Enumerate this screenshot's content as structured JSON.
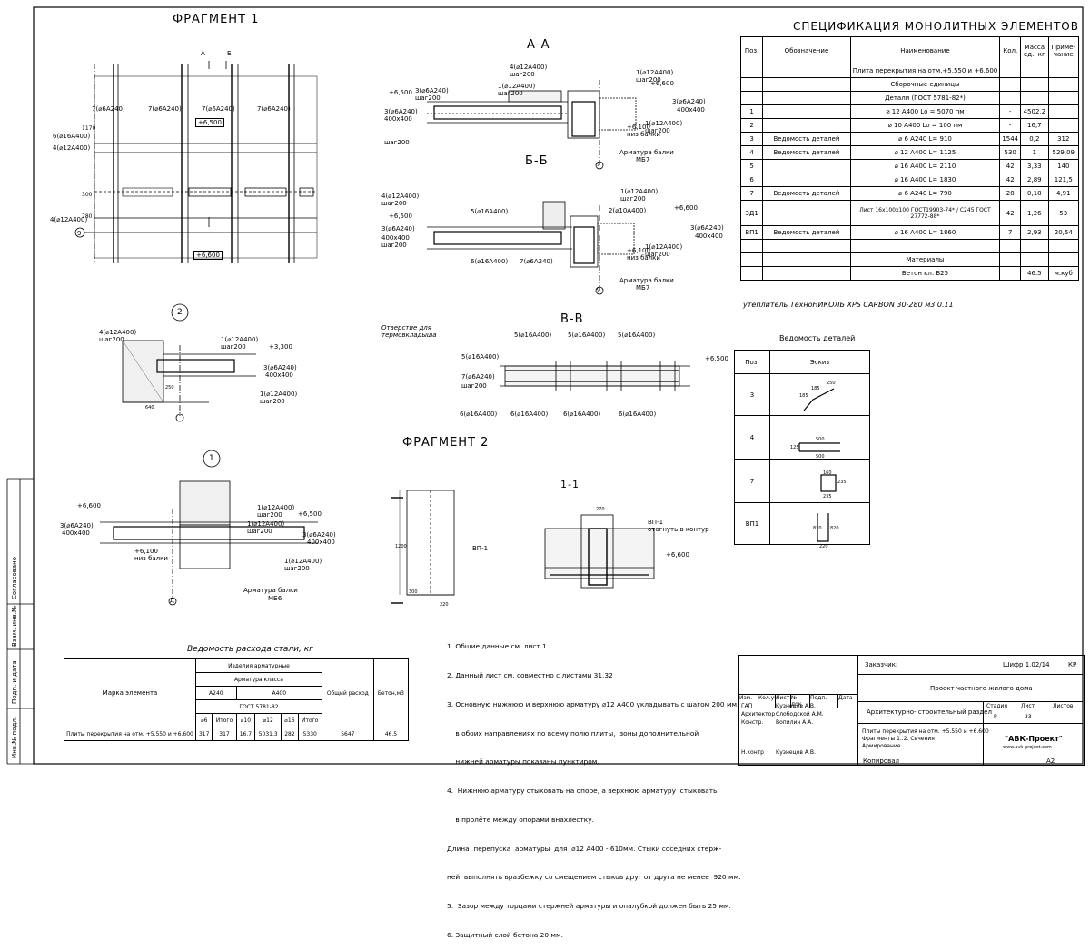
{
  "frag1": {
    "title": "ФРАГМЕНТ 1",
    "lbl_a": "А",
    "lbl_b": "Б",
    "bars": [
      "7(⌀6А240)",
      "7(⌀6А240)",
      "7(⌀6А240)",
      "7(⌀6А240)"
    ],
    "l6": "6(⌀16А400)",
    "l4": "4(⌀12А400)",
    "l4b": "4(⌀12А400)",
    "elev1": "+6,500",
    "elev2": "+6,600",
    "axis": "9",
    "dims": [
      "1170",
      "300",
      "780"
    ]
  },
  "secAA": {
    "title": "А-А",
    "l4": "4(⌀12А400)",
    "s4": "шаг200",
    "l1a": "1(⌀12А400)",
    "s1a": "шаг200",
    "l3": "3(⌀6А240)",
    "s3": "шаг200",
    "l1b": "1(⌀12А400)",
    "s1b": "шаг200",
    "lelev": "+6,500",
    "l3l": "3(⌀6А240)",
    "dim": "400х400",
    "s3l": "шаг200",
    "relev": "+6,600",
    "r3": "3(⌀6А240)",
    "rdim": "400х400",
    "nelev": "+6,100",
    "nlbl": "низ балки",
    "l1c": "1(⌀12А400)",
    "s1c": "шаг200",
    "beam": "Арматура балки",
    "beamm": "МБ7",
    "axis": "9"
  },
  "secBB": {
    "title": "Б-Б",
    "l4": "4(⌀12А400)",
    "s4": "шаг200",
    "lelev": "+6,500",
    "l3": "3(⌀6А240)",
    "dim": "400х400",
    "s3": "шаг200",
    "l5": "5(⌀16А400)",
    "l1a": "1(⌀12А400)",
    "s1a": "шаг200",
    "l2": "2(⌀10А400)",
    "relev": "+6,600",
    "r3": "3(⌀6А240)",
    "rdim": "400х400",
    "l6": "6(⌀16А400)",
    "l7": "7(⌀6А240)",
    "nelev": "+6,100",
    "nlbl": "низ балки",
    "l1b": "1(⌀12А400)",
    "s1b": "шаг200",
    "beam": "Арматура балки",
    "beamm": "МБ7",
    "axis": "9"
  },
  "node2": {
    "num": "2",
    "l4": "4(⌀12А400)",
    "s4": "шаг200",
    "l1": "1(⌀12А400)",
    "s1": "шаг200",
    "elev": "+3,300",
    "l3": "3(⌀6А240)",
    "dim": "400х400",
    "l1b": "1(⌀12А400)",
    "s1b": "шаг200",
    "d250": "250",
    "d640": "640"
  },
  "secVV": {
    "title": "В-В",
    "hole": "Отверстие для",
    "hole2": "термовкладыша",
    "l5": [
      "5(⌀16А400)",
      "5(⌀16А400)",
      "5(⌀16А400)",
      "5(⌀16А400)"
    ],
    "l7": "7(⌀6А240)",
    "s7": "шаг200",
    "elev": "+6,500",
    "l6": [
      "6(⌀16А400)",
      "6(⌀16А400)",
      "6(⌀16А400)",
      "6(⌀16А400)"
    ]
  },
  "node1": {
    "num": "1",
    "elev1": "+6,600",
    "l3": "3(⌀6А240)",
    "dim": "400х400",
    "l1": "1(⌀12А400)",
    "s1": "шаг200",
    "l1b": "1(⌀12А400)",
    "s1b": "шаг200",
    "elev2": "+6,500",
    "r3": "3(⌀6А240)",
    "rdim": "400х400",
    "nelev": "+6,100",
    "nlbl": "низ балки",
    "l1c": "1(⌀12А400)",
    "s1c": "шаг200",
    "beam": "Арматура балки",
    "beamm": "МБ6",
    "axis": "Д"
  },
  "frag2": {
    "title": "ФРАГМЕНТ 2",
    "sec": "1-1",
    "vp": "ВП-1",
    "vp2": "ВП-1",
    "vp2b": "отогнуть в контур",
    "elev": "+6,600",
    "dims": [
      "1200",
      "300",
      "220",
      "270"
    ]
  },
  "spec": {
    "title": "СПЕЦИФИКАЦИЯ МОНОЛИТНЫХ ЭЛЕМЕНТОВ",
    "headers": [
      "Поз.",
      "Обозначение",
      "Наименование",
      "Кол.",
      "Масса ед., кг",
      "Приме- чание"
    ],
    "rows": [
      [
        "",
        "",
        "Плита перекрытия на отм.+5.550 и +6.600",
        "",
        "",
        ""
      ],
      [
        "",
        "",
        "Сборочные единицы",
        "",
        "",
        ""
      ],
      [
        "",
        "",
        "Детали (ГОСТ 5781-82*)",
        "",
        "",
        ""
      ],
      [
        "1",
        "",
        "⌀ 12  А400   Lo = 5070  пм",
        "-",
        "4502,2",
        ""
      ],
      [
        "2",
        "",
        "⌀ 10  А400   Lo = 100  пм",
        "-",
        "16,7",
        ""
      ],
      [
        "3",
        "Ведомость деталей",
        "⌀ 6  А240   L= 910",
        "1544",
        "0,2",
        "312"
      ],
      [
        "4",
        "Ведомость деталей",
        "⌀ 12  А400   L= 1125",
        "530",
        "1",
        "529,09"
      ],
      [
        "5",
        "",
        "⌀ 16  А400   L= 2110",
        "42",
        "3,33",
        "140"
      ],
      [
        "6",
        "",
        "⌀ 16  А400   L= 1830",
        "42",
        "2,89",
        "121,5"
      ],
      [
        "7",
        "Ведомость деталей",
        "⌀ 6  А240   L= 790",
        "28",
        "0,18",
        "4,91"
      ],
      [
        "ЗД1",
        "",
        "Лист 16х100х100 ГОСТ19903-74* / С245 ГОСТ 27772-88*",
        "42",
        "1,26",
        "53"
      ],
      [
        "ВП1",
        "Ведомость деталей",
        "⌀ 16  А400   L= 1860",
        "7",
        "2,93",
        "20,54"
      ],
      [
        "",
        "",
        "",
        "",
        "",
        ""
      ],
      [
        "",
        "",
        "Материалы",
        "",
        "",
        ""
      ],
      [
        "",
        "",
        "Бетон кл. В25",
        "",
        "46.5",
        "м.куб"
      ]
    ],
    "note": "утеплитель ТехноНИКОЛЬ XPS CARBON 30-280   м3  0.11"
  },
  "details": {
    "title": "Ведомость деталей",
    "headers": [
      "Поз.",
      "Эскиз"
    ],
    "rows": [
      "3",
      "4",
      "7",
      "ВП1"
    ],
    "d3": [
      "185",
      "185",
      "250"
    ],
    "d4": [
      "500",
      "125",
      "500"
    ],
    "d7": [
      "160",
      "235",
      "235"
    ],
    "d8": [
      "820",
      "820",
      "220"
    ]
  },
  "steel": {
    "title": "Ведомость расхода стали, кг",
    "h1": "Изделия арматурные",
    "h2": "Арматура класса",
    "a240": "А240",
    "a400": "А400",
    "gost": "ГОСТ 5781-82",
    "mark": "Марка элемента",
    "total": "Общий расход",
    "concrete": "Бетон,м3",
    "cols": [
      "⌀6",
      "Итого",
      "⌀10",
      "⌀12",
      "⌀16",
      "Итого"
    ],
    "row": [
      "Плиты перекрытия на отм. +5.550 и +6.600",
      "317",
      "317",
      "16.7",
      "5031.3",
      "282",
      "5330",
      "5647",
      "46.5"
    ]
  },
  "notes": [
    "1. Общие данные см. лист 1",
    "2. Данный лист см. совместно с листами 31,32",
    "3. Основную нижнюю и верхнюю арматуру ⌀12 А400 укладывать с шагом 200 мм",
    "    в обоих направлениях по всему полю плиты,  зоны дополнительной",
    "    нижней арматуры показаны пунктиром.",
    "4.  Нижнюю арматуру стыковать на опоре, а верхнюю арматуру  стыковать",
    "    в пролёте между опорами внахлестку.",
    "Длина  перепуска  арматуры  для  ⌀12 А400 - 610мм. Стыки соседних стерж-",
    "ней  выполнять вразбежку со смещением стыков друг от друга не менее  920 мм.",
    "5.  Зазор между торцами стержней арматуры и опалубкой должен быть 25 мм.",
    "6. Защитный слой бетона 20 мм."
  ],
  "stamp": {
    "customer": "Заказчик:",
    "code": "Шифр 1.02/14",
    "kr": "КР",
    "project": "Проект частного жилого дома",
    "hdr": [
      "Изм.",
      "Кол.уч",
      "Лист",
      "№ док.",
      "Подп.",
      "Дата"
    ],
    "roles": [
      [
        "ГАП",
        "Кузнецов А.В."
      ],
      [
        "Архитектор",
        "Слободской А.М."
      ],
      [
        "Констр.",
        "Вопилин А.А."
      ],
      [
        "",
        ""
      ],
      [
        "Н.контр",
        "Кузнецов А.В."
      ]
    ],
    "section": "Архитектурно- строительный раздел",
    "stage_h": "Стадия",
    "sheet_h": "Лист",
    "sheets_h": "Листов",
    "stage": "Р",
    "sheet": "33",
    "sheet_title": "Плиты перекрытия на отм. +5.550 и +6.600\nФрагменты 1..2. Сечения\nАрмирование",
    "company": "\"АВК-Проект\"",
    "site": "www.avk-project.com",
    "copied": "Копировал",
    "format": "А2"
  },
  "side": [
    "Инв.№ подл.",
    "Подп. и дата",
    "Взам. инв.№",
    "Согласовано"
  ]
}
